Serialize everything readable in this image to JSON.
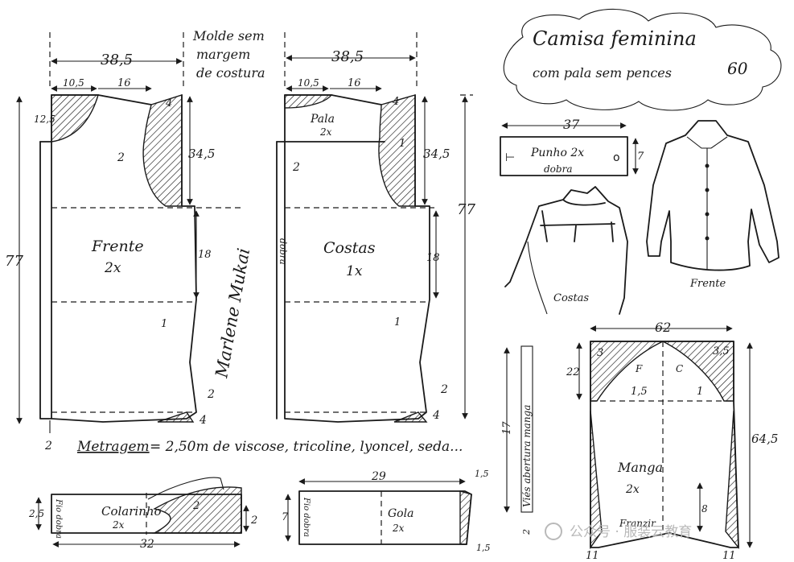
{
  "title": {
    "line1": "Camisa feminina",
    "line2": "com pala sem pences",
    "number": "60"
  },
  "note": {
    "line1": "Molde sem",
    "line2": "margem",
    "line3": "de costura"
  },
  "front": {
    "width": "38,5",
    "neck_w": "10,5",
    "shoulder": "16",
    "drop": "4",
    "neck_depth": "12,5",
    "armhole": "34,5",
    "length": "77",
    "side": "18",
    "ease": "1",
    "hem_up": "2",
    "hem_in": "4",
    "hem_left": "2",
    "label": "Frente",
    "qty": "2x",
    "armhole_mark": "2",
    "signature": "Marlene Mukai"
  },
  "back": {
    "width": "38,5",
    "neck_w": "10,5",
    "shoulder": "16",
    "drop": "4",
    "yoke": "Pala",
    "yoke_qty": "2x",
    "armhole": "34,5",
    "length": "77",
    "side": "18",
    "ease": "1",
    "hem_up": "2",
    "hem_in": "4",
    "label": "Costas",
    "qty": "1x",
    "fold": "dobra",
    "center_mark": "2",
    "yoke_mark": "1"
  },
  "fabric": {
    "label": "Metragem",
    "text": "= 2,50m  de  viscose, tricoline, lyoncel, seda..."
  },
  "cuff": {
    "width": "37",
    "label": "Punho 2x",
    "fold": "dobra",
    "height": "7"
  },
  "sketch": {
    "back": "Costas",
    "front": "Frente"
  },
  "bias": {
    "label": "Viés abertura manga",
    "length": "17",
    "width": "2"
  },
  "sleeve": {
    "width": "62",
    "cap_left": "3",
    "cap_right": "3,5",
    "cap_h": "22",
    "back_letter": "F",
    "front_letter": "C",
    "offset_l": "1,5",
    "offset_r": "1",
    "length": "64,5",
    "label": "Manga",
    "qty": "2x",
    "gather": "Franzir",
    "slit": "8",
    "hem_l": "11",
    "hem_r": "11"
  },
  "collar": {
    "fold": "Fio dobra",
    "label": "Colarinho",
    "qty": "2x",
    "height": "2,5",
    "width": "32",
    "curve": "2",
    "end": "2"
  },
  "stand": {
    "fold": "Fio dobra",
    "label": "Gola",
    "qty": "2x",
    "width": "29",
    "height": "7",
    "top": "1,5",
    "bottom": "1,5"
  },
  "watermark": "公众号 · 服装云教育",
  "colors": {
    "ink": "#1a1a1a",
    "paper": "#ffffff",
    "watermark": "#b9b9b9"
  }
}
